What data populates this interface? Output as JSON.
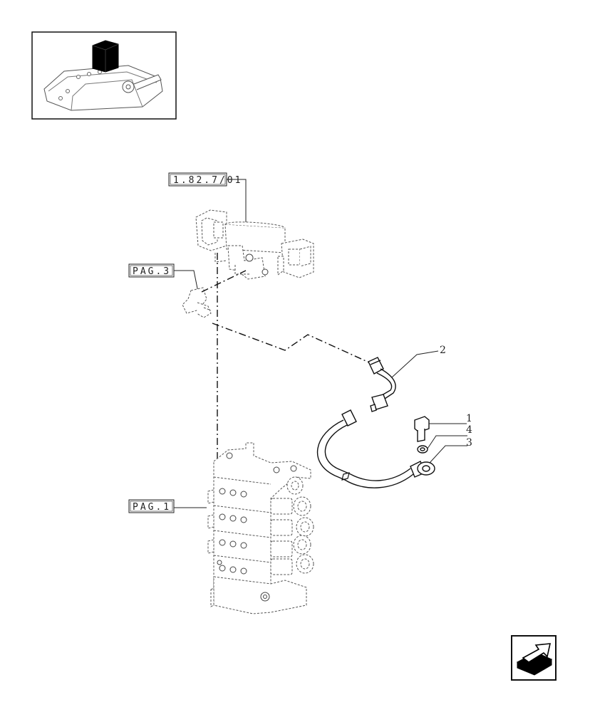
{
  "references": {
    "ref_top": "1.82.7/01",
    "ref_fitting": "PAG.3",
    "ref_valve": "PAG.1"
  },
  "item_numbers": {
    "item_1": "1",
    "item_2": "2",
    "item_3": "3",
    "item_4": "4"
  },
  "icons": {
    "nav": "next-page-arrow-icon",
    "thumbnail": "lift-cover-thumbnail"
  }
}
